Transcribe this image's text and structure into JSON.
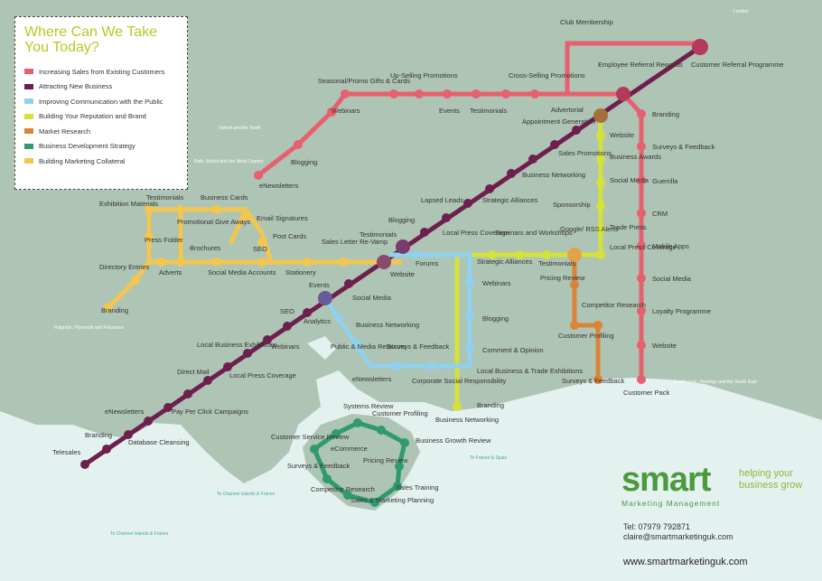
{
  "legend": {
    "title": "Where Can We Take You Today?",
    "items": [
      {
        "label": "Increasing Sales from Existing Customers",
        "color": "#e85f70"
      },
      {
        "label": "Attracting New Business",
        "color": "#6e1f4e"
      },
      {
        "label": "Improving Communication with the Public",
        "color": "#8fd1ee"
      },
      {
        "label": "Building Your Reputation and Brand",
        "color": "#d6e23a"
      },
      {
        "label": "Market Research",
        "color": "#d98535"
      },
      {
        "label": "Business Development Strategy",
        "color": "#2f9a6e"
      },
      {
        "label": "Building Marketing Collateral",
        "color": "#f3c64f"
      }
    ]
  },
  "places": {
    "london": "London",
    "oxford": "Oxford and the North",
    "bath": "Bath, Bristol and the West Country",
    "paignton": "Paignton, Plymouth and Penzance",
    "eastbourne": "Eastbourne, Hastings and the South East",
    "france_spain": "To France & Spain",
    "channel1": "To Channel Islands & France",
    "channel2": "To Channel Islands & France"
  },
  "stations": {
    "club_membership": "Club Membership",
    "employee_referral": "Employee Referral Rewards",
    "customer_referral": "Customer Referral Programme",
    "seasonal": "Seasonal/Promo Gifts & Cards",
    "upselling": "Up-Selling Promotions",
    "crossselling": "Cross-Selling Promotions",
    "webinars_r": "Webinars",
    "events_r": "Events",
    "testimonials_r": "Testimonials",
    "blogging_r": "Blogging",
    "enewsletters_r": "eNewsletters",
    "advertorial": "Advertorial",
    "appointment": "Appointment Generation",
    "sales_promotions": "Sales Promotions",
    "business_networking_p": "Business Networking",
    "strategic_alliances_p": "Strategic Alliances",
    "lapsed_leads": "Lapsed Leads",
    "blogging_p": "Blogging",
    "testimonials_p": "Testimonials",
    "website_p": "Website",
    "events_p": "Events",
    "seo_p": "SEO",
    "analytics": "Analytics",
    "webinars_p": "Webinars",
    "local_business_exh_p": "Local Business Exhibitions",
    "direct_mail": "Direct Mail",
    "local_press_p": "Local Press Coverage",
    "enewsletters_p": "eNewsletters",
    "ppc": "Pay Per Click Campaigns",
    "branding_p": "Branding",
    "database": "Database Cleansing",
    "telesales": "Telesales",
    "branding_r": "Branding",
    "surveys_r": "Surveys & Feedback",
    "guerrilla": "Guerrilla",
    "crm": "CRM",
    "mobile_apps": "Mobile Apps",
    "social_media_r": "Social Media",
    "loyalty": "Loyalty Programme",
    "website_r": "Website",
    "customer_pack": "Customer Pack",
    "website_y": "Website",
    "business_awards": "Business Awards",
    "social_media_y": "Social Media",
    "sponsorship": "Sponsorship",
    "trade_press": "Trade Press",
    "google_rss": "Google/ RSS Alerts",
    "local_press_y": "Local Press Coverage",
    "testimonials_y": "Testimonials",
    "seminars": "Seminars and Workshops",
    "local_press_b": "Local Press Coverage",
    "forums": "Forums",
    "social_media_b": "Social Media",
    "business_networking_b": "Business Networking",
    "pr": "Public & Media Relations",
    "surveys_b": "Surveys & Feedback",
    "enewsletters_b": "eNewsletters",
    "csr": "Corporate Social Responsibility",
    "strategic_alliances_b": "Strategic Alliances",
    "webinars_b": "Webinars",
    "blogging_b": "Blogging",
    "comment": "Comment & Opinion",
    "local_business_exh_b": "Local Business & Trade Exhibitions",
    "branding_b": "Branding",
    "business_networking_b2": "Business Networking",
    "pricing_review_o": "Pricing Review",
    "competitor_research_o": "Competitor Research",
    "customer_profiling_o": "Customer Profiling",
    "surveys_o": "Surveys & Feedback",
    "testimonials_c": "Testimonials",
    "business_cards": "Business Cards",
    "exhibition_materials": "Exhibition Materials",
    "promotional": "Promotional Give Aways",
    "email_signatures": "Email Signatures",
    "press_folder": "Press Folder",
    "post_cards": "Post Cards",
    "brochures": "Brochures",
    "seo_c": "SEO",
    "sales_letter": "Sales Letter Re-Vamp",
    "directory": "Directory Entries",
    "adverts": "Adverts",
    "social_media_accounts": "Social Media Accounts",
    "stationery": "Stationery",
    "branding_c": "Branding",
    "systems_review": "Systems Review",
    "customer_profiling_g": "Customer Profiling",
    "customer_service": "Customer Service Review",
    "ecommerce": "eCommerce",
    "business_growth": "Business Growth Review",
    "pricing_review_g": "Pricing Review",
    "surveys_g": "Surveys & Feedback",
    "competitor_research_g": "Competitor Research",
    "sales_training": "Sales Training",
    "sales_marketing": "Sales & Marketing Planning"
  },
  "brand": {
    "logo": "smart",
    "subtitle": "Marketing Management",
    "tagline": "helping your business grow",
    "tel": "Tel: 07979 792871",
    "email": "claire@smartmarketinguk.com",
    "web": "www.smartmarketinguk.com"
  }
}
